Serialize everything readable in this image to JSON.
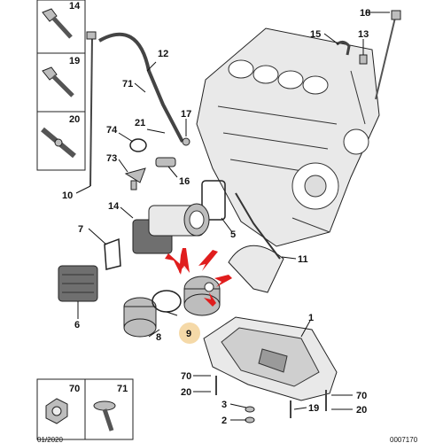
{
  "callouts": {
    "c14": "14",
    "c19": "19",
    "c20": "20",
    "c18": "18",
    "c15": "15",
    "c13": "13",
    "c12": "12",
    "c71": "71",
    "c21": "21",
    "c17": "17",
    "c74": "74",
    "c73": "73",
    "c16": "16",
    "c10": "10",
    "c14b": "14",
    "c7": "7",
    "c5": "5",
    "c11": "11",
    "c6": "6",
    "c8": "8",
    "c9": "9",
    "c1": "1",
    "c70": "70",
    "c20b": "20",
    "c3": "3",
    "c2": "2",
    "c19b": "19",
    "c70b": "70",
    "c20c": "20",
    "c70box": "70",
    "c71box": "71"
  },
  "footer": {
    "date": "01/2020",
    "ref": "0007170"
  },
  "highlight_color": "#f5d9a8",
  "arrow_color": "#e01d1d",
  "icons": [
    "screw-icon",
    "bolt-icon",
    "stud-icon",
    "nut-icon",
    "flange-bolt-icon"
  ]
}
